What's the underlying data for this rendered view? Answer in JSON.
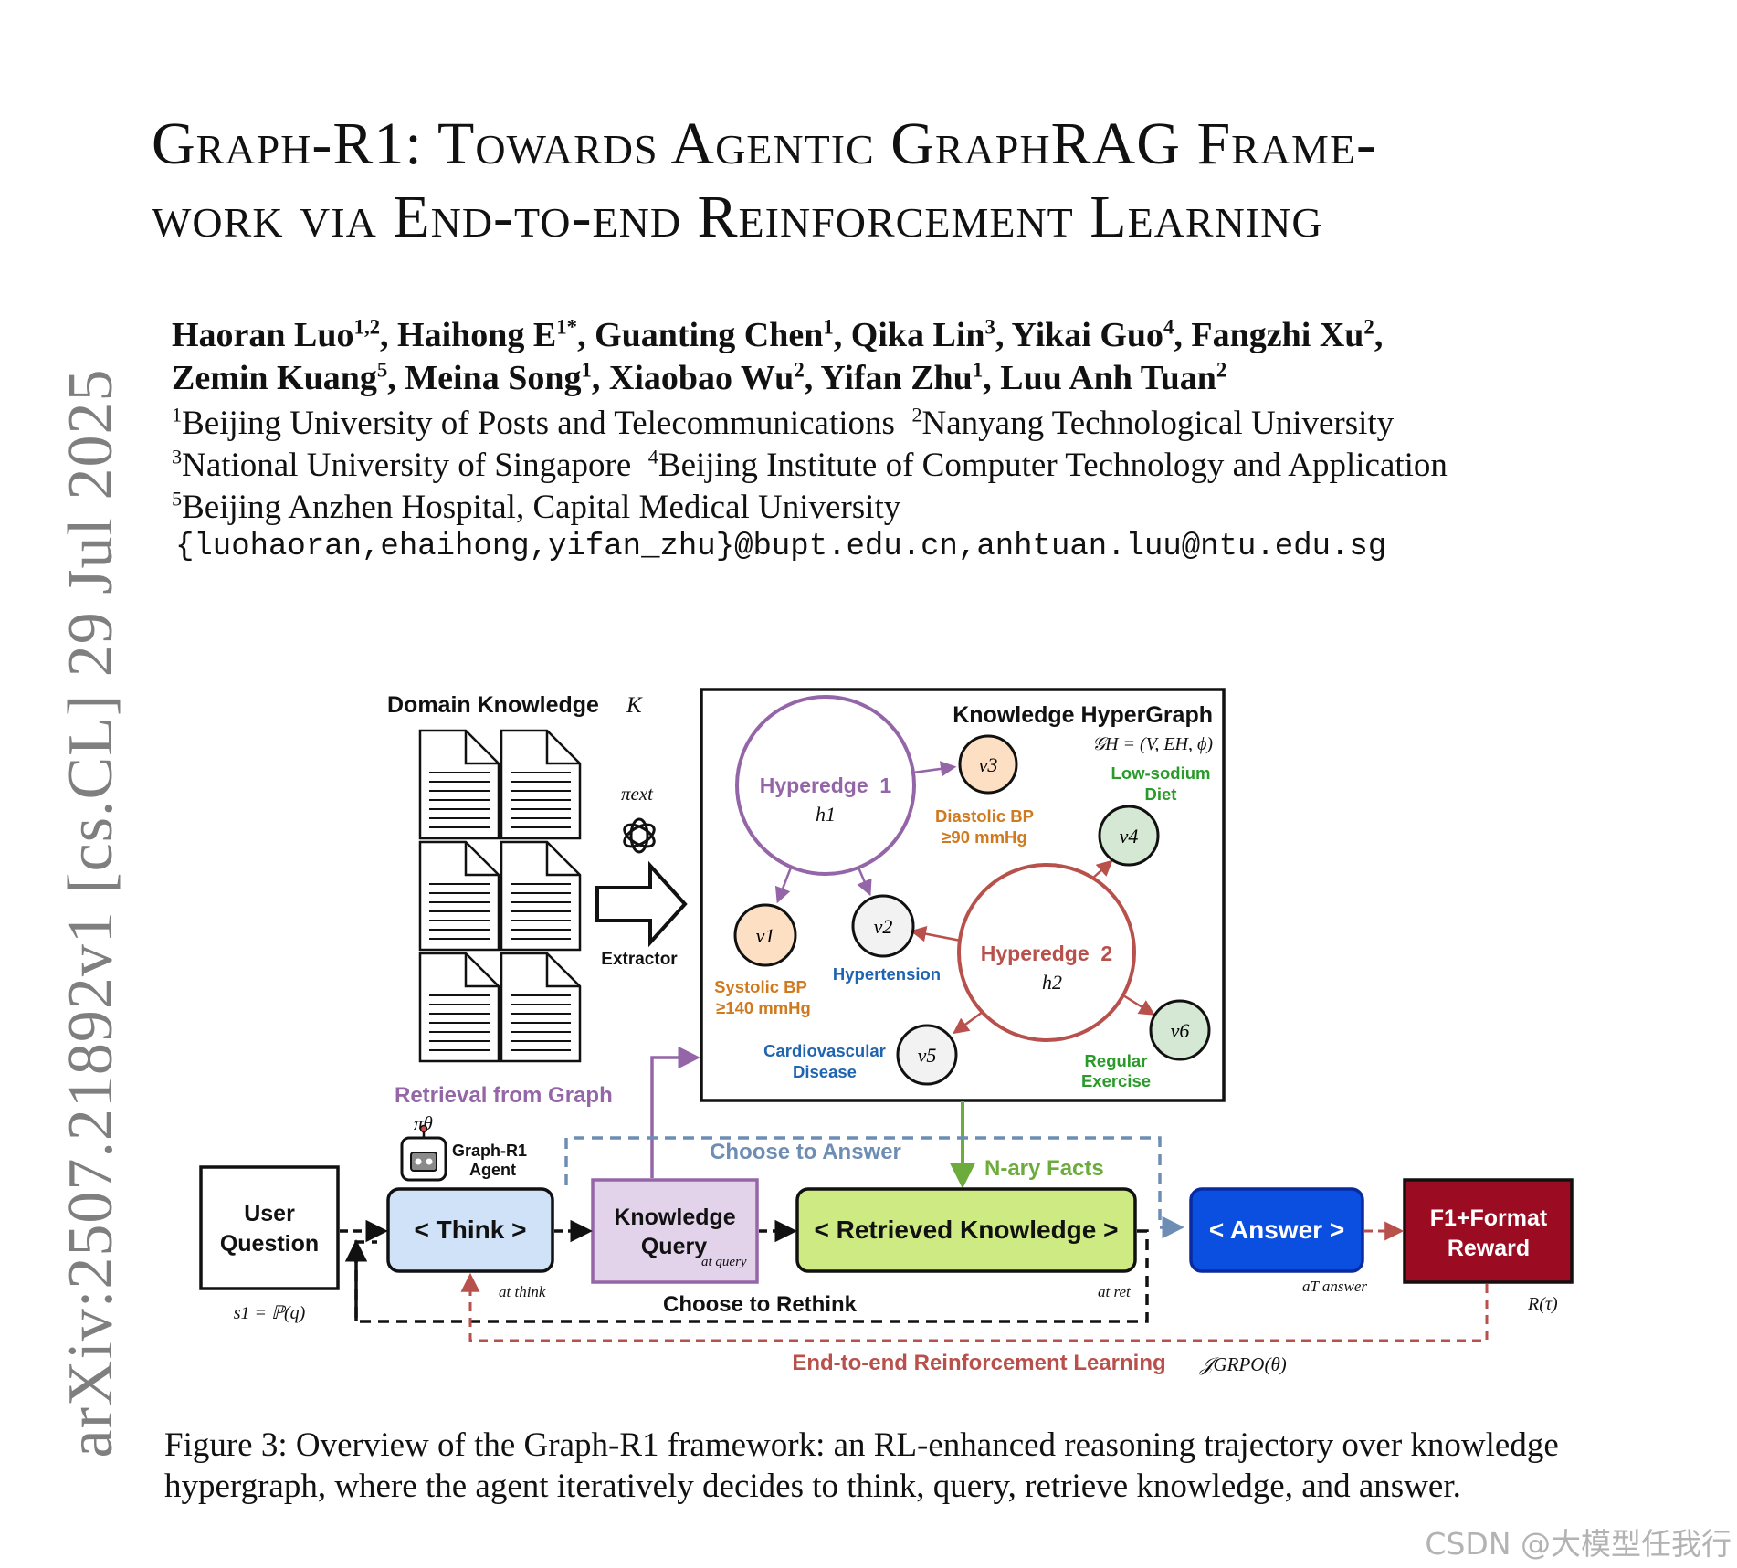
{
  "arxiv_stamp": "arXiv:2507.21892v1  [cs.CL]  29 Jul 2025",
  "title": {
    "line1": "Graph-R1: Towards Agentic GraphRAG Frame-",
    "line2": "work via End-to-end Reinforcement Learning"
  },
  "authors": {
    "line1": [
      {
        "name": "Haoran Luo",
        "sup": "1,2"
      },
      {
        "name": "Haihong E",
        "sup": "1*"
      },
      {
        "name": "Guanting Chen",
        "sup": "1"
      },
      {
        "name": "Qika Lin",
        "sup": "3"
      },
      {
        "name": "Yikai Guo",
        "sup": "4"
      },
      {
        "name": "Fangzhi Xu",
        "sup": "2"
      }
    ],
    "line2": [
      {
        "name": "Zemin Kuang",
        "sup": "5"
      },
      {
        "name": "Meina Song",
        "sup": "1"
      },
      {
        "name": "Xiaobao Wu",
        "sup": "2"
      },
      {
        "name": "Yifan Zhu",
        "sup": "1"
      },
      {
        "name": "Luu Anh Tuan",
        "sup": "2"
      }
    ]
  },
  "affiliations": {
    "a1": "Beijing University of Posts and Telecommunications",
    "a2": "Nanyang Technological University",
    "a3": "National University of Singapore",
    "a4": "Beijing Institute of Computer Technology and Application",
    "a5": "Beijing Anzhen Hospital, Capital Medical University"
  },
  "emails": "{luohaoran,ehaihong,yifan_zhu}@bupt.edu.cn,anhtuan.luu@ntu.edu.sg",
  "figure": {
    "domain_knowledge": "Domain Knowledge",
    "domain_symbol": "K",
    "pi_ext": "πext",
    "extractor": "Extractor",
    "hypergraph_title": "Knowledge HyperGraph",
    "hypergraph_formula": "𝒢H = (V, EH, ϕ)",
    "hyperedge1": "Hyperedge_1",
    "h1": "h1",
    "hyperedge2": "Hyperedge_2",
    "h2": "h2",
    "v1": "v1",
    "v2": "v2",
    "v3": "v3",
    "v4": "v4",
    "v5": "v5",
    "v6": "v6",
    "diastolic_1": "Diastolic BP",
    "diastolic_2": "≥90 mmHg",
    "low_sodium_1": "Low-sodium",
    "low_sodium_2": "Diet",
    "systolic_1": "Systolic BP",
    "systolic_2": "≥140 mmHg",
    "hypertension": "Hypertension",
    "cardio_1": "Cardiovascular",
    "cardio_2": "Disease",
    "regular_1": "Regular",
    "regular_2": "Exercise",
    "retrieval_from_graph": "Retrieval from Graph",
    "pi_theta": "πθ",
    "agent_1": "Graph-R1",
    "agent_2": "Agent",
    "user_1": "User",
    "user_2": "Question",
    "s1": "s1 = ℙ(q)",
    "think": "< Think >",
    "a_think": "at think",
    "kq_1": "Knowledge",
    "kq_2": "Query",
    "a_query": "at query",
    "retrieved": "< Retrieved Knowledge >",
    "a_ret": "at ret",
    "answer": "< Answer >",
    "a_answer": "aT answer",
    "reward_1": "F1+Format",
    "reward_2": "Reward",
    "r_tau": "R(τ)",
    "choose_answer": "Choose to Answer",
    "nary_facts": "N-ary Facts",
    "choose_rethink": "Choose to Rethink",
    "e2e_rl": "End-to-end Reinforcement Learning",
    "j_grpo": "𝒥GRPO(θ)",
    "colors": {
      "purple": "#9466a8",
      "red": "#b8504b",
      "orange": "#d07a1f",
      "green": "#2a9a2a",
      "blue": "#1f64b0",
      "steel": "#6d8db4",
      "think_fill": "#cfe2f8",
      "query_fill": "#e3d3ea",
      "retrieved_fill": "#cdea83",
      "answer_fill": "#0a4fe0",
      "reward_fill": "#9b0c22",
      "node_orange": "#fde0c4",
      "node_green": "#d5e8d4",
      "node_gray": "#f2f2f2"
    }
  },
  "caption": "Figure 3: Overview of the Graph-R1 framework: an RL-enhanced reasoning trajectory over knowledge hypergraph, where the agent iteratively decides to think, query, retrieve knowledge, and answer.",
  "watermark": "CSDN @大模型任我行"
}
